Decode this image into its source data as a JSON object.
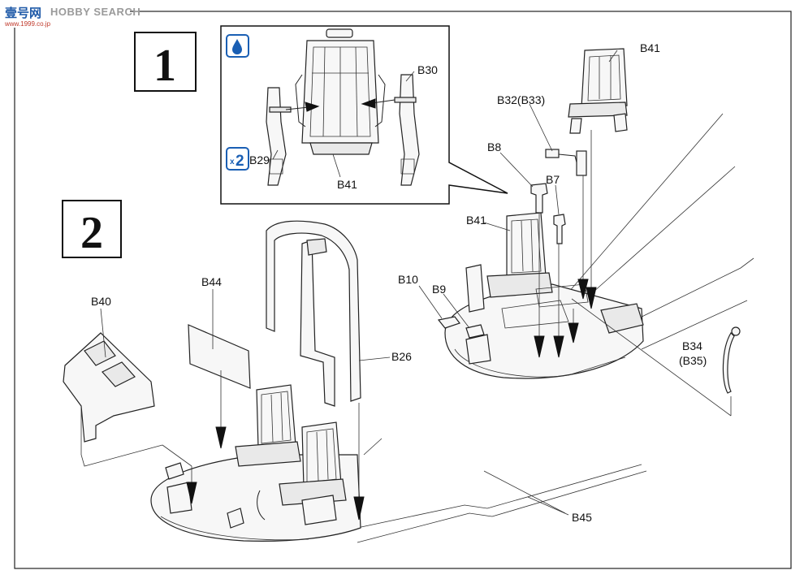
{
  "watermark": {
    "brand_cn": "壹号网",
    "brand_en": "HOBBY SEARCH",
    "url": "www.1999.co.jp"
  },
  "steps": {
    "step1": "1",
    "step2": "2"
  },
  "inset": {
    "multiplier": "2",
    "multiplier_prefix": "x"
  },
  "labels": {
    "b30": "B30",
    "b29": "B29",
    "b41_inset": "B41",
    "b41_top": "B41",
    "b32": "B32(B33)",
    "b8": "B8",
    "b7": "B7",
    "b41_mid": "B41",
    "b10": "B10",
    "b9": "B9",
    "b44": "B44",
    "b40": "B40",
    "b26": "B26",
    "b34": "B34",
    "b35": "(B35)",
    "b45": "B45"
  },
  "icons": {
    "glue": "glue-drop-icon",
    "quantity": "quantity-x2-icon"
  },
  "colors": {
    "ink": "#111111",
    "accent_blue": "#1a5fb4",
    "watermark_red": "#c0392b"
  }
}
